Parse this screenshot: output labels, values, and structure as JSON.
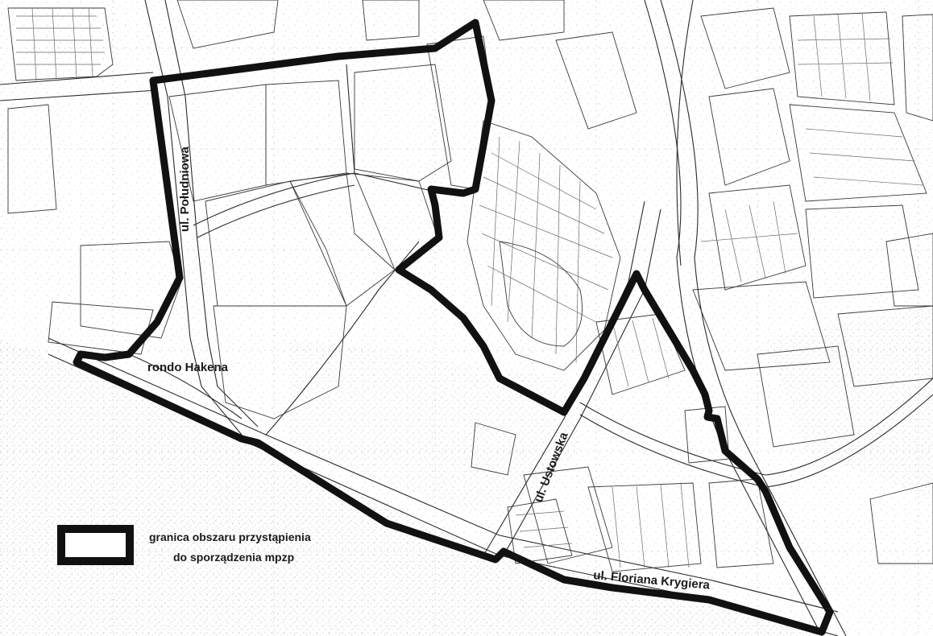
{
  "map": {
    "streets": {
      "poludniowa": "ul. Południowa",
      "rondo": "rondo Hakena",
      "ustowska": "ul. Ustowska",
      "krygiera": "ul. Floriana Krygiera"
    },
    "legend": {
      "line1": "granica obszaru przystąpienia",
      "line2": "do sporządzenia mpzp"
    },
    "colors": {
      "boundary": "#111111",
      "background": "#ffffff",
      "linework": "#3a3a3a"
    }
  }
}
